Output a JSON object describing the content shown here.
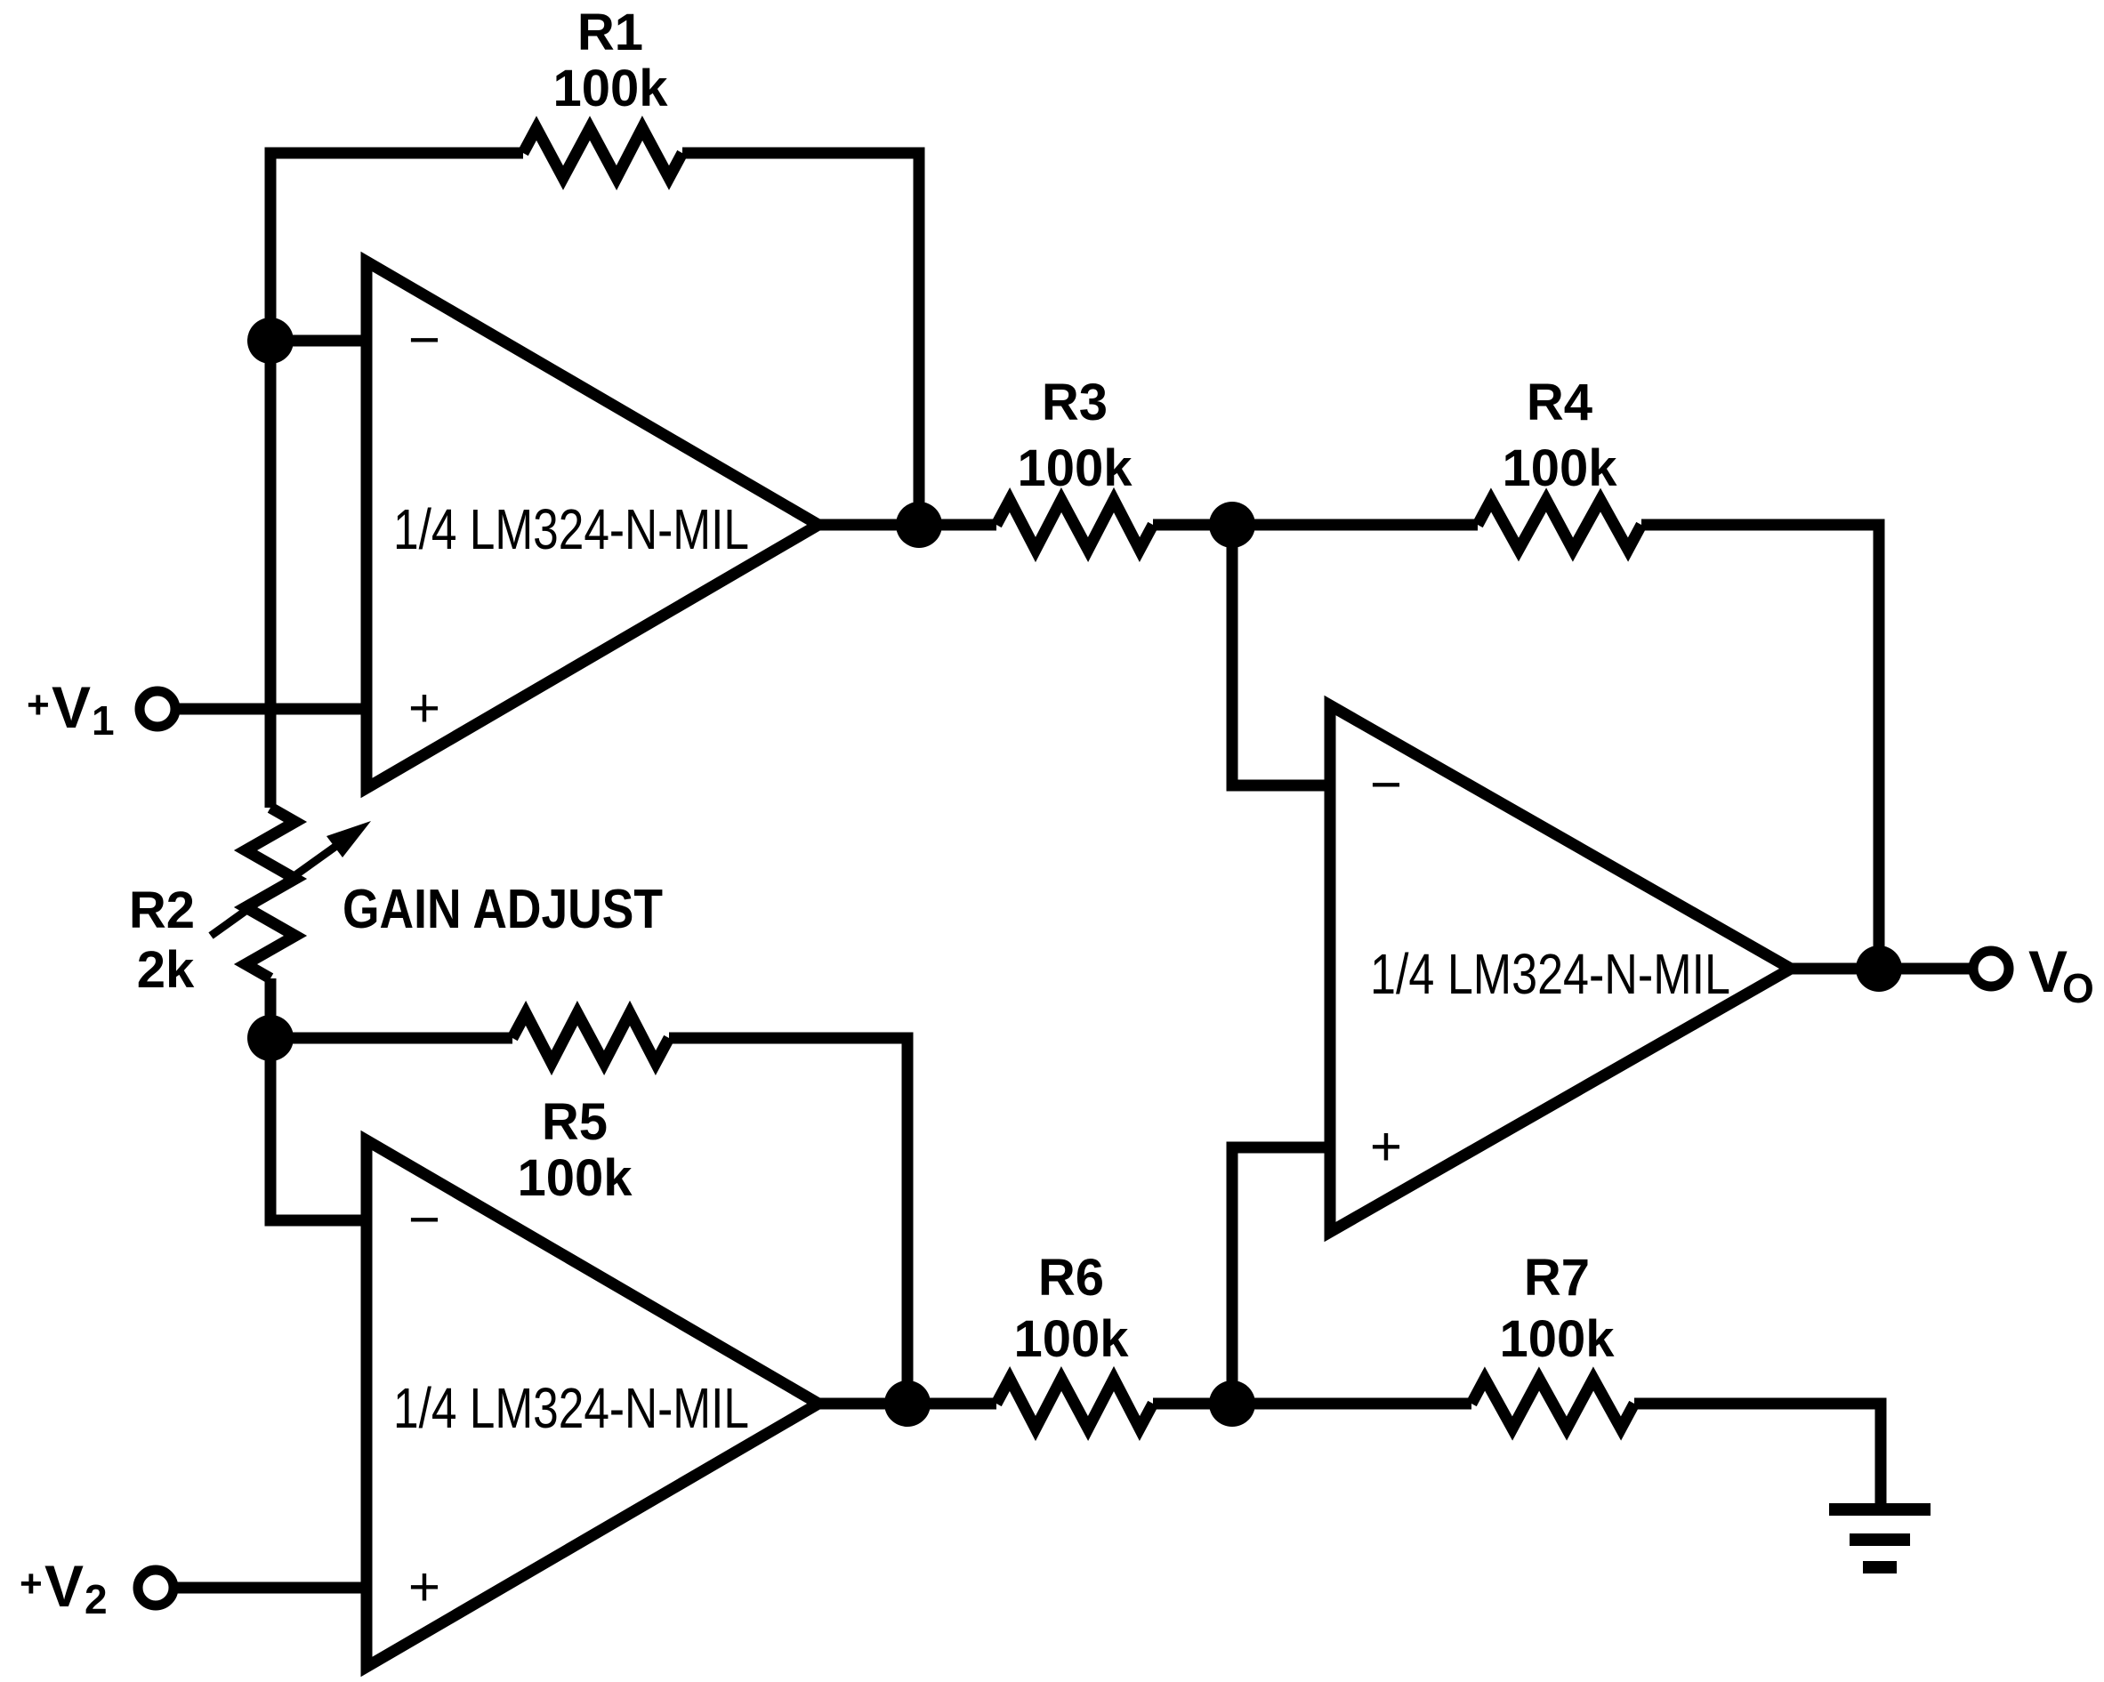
{
  "diagram": {
    "background": "#ffffff",
    "line_color": "#000000"
  },
  "opamps": {
    "a1": {
      "label": "1/4 LM324-N-MIL",
      "minus": "−",
      "plus": "+"
    },
    "a2": {
      "label": "1/4 LM324-N-MIL",
      "minus": "−",
      "plus": "+"
    },
    "a3": {
      "label": "1/4 LM324-N-MIL",
      "minus": "−",
      "plus": "+"
    }
  },
  "resistors": {
    "r1": {
      "name": "R1",
      "value": "100k"
    },
    "r2": {
      "name": "R2",
      "value": "2k"
    },
    "r3": {
      "name": "R3",
      "value": "100k"
    },
    "r4": {
      "name": "R4",
      "value": "100k"
    },
    "r5": {
      "name": "R5",
      "value": "100k"
    },
    "r6": {
      "name": "R6",
      "value": "100k"
    },
    "r7": {
      "name": "R7",
      "value": "100k"
    }
  },
  "terminals": {
    "v1": {
      "sign": "+",
      "letter": "V",
      "subscript": "1"
    },
    "v2": {
      "sign": "+",
      "letter": "V",
      "subscript": "2"
    },
    "vo": {
      "letter": "V",
      "subscript": "O"
    }
  },
  "annotations": {
    "gain_adjust": "GAIN ADJUST"
  }
}
